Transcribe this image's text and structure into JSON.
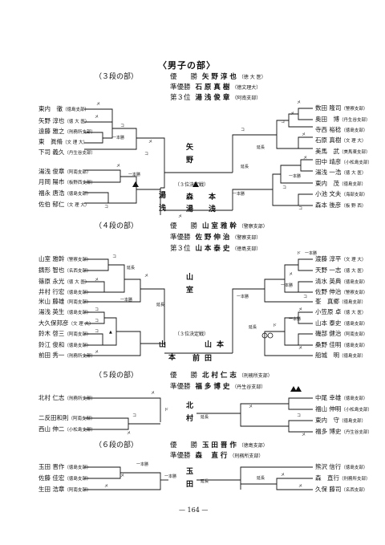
{
  "page_title": "〈男子の部〉",
  "page_number": "— 164 —",
  "sections": [
    {
      "name": "（３段の部）",
      "results": [
        {
          "label": "優　　勝",
          "name": "矢 野 淳 也",
          "aff": "（徳 大 医）"
        },
        {
          "label": "準優勝",
          "name": "石 原 真 樹",
          "aff": "（徳文理大）"
        },
        {
          "label": "第３位",
          "name": "湯 浅 俊 章",
          "aff": "（阿南支部）"
        }
      ],
      "left": [
        {
          "name": "東内　徹",
          "aff": "（徳島支部）"
        },
        {
          "name": "矢野 淳也",
          "aff": "（徳 大 医）"
        },
        {
          "name": "遠藤 雅之",
          "aff": "（刑務所支部）"
        },
        {
          "name": "東　眞脩",
          "aff": "（文 理 大）"
        },
        {
          "name": "下司 義久",
          "aff": "（丹生谷支部）"
        },
        {
          "name": "湯浅 俊章",
          "aff": "（阿南支部）"
        },
        {
          "name": "月岡 陽市",
          "aff": "（板野西支部）"
        },
        {
          "name": "福永 唐浩",
          "aff": "（徳島支部）"
        },
        {
          "name": "佐伯 郁仁",
          "aff": "（文 理 大）"
        }
      ],
      "right": [
        {
          "name": "数田 隆司",
          "aff": "（警察支部）"
        },
        {
          "name": "奥田　博",
          "aff": "（丹生谷支部）"
        },
        {
          "name": "寺西 裕稔",
          "aff": "（徳島支部）"
        },
        {
          "name": "石原 真樹",
          "aff": "（文 理 大）"
        },
        {
          "name": "美馬　武",
          "aff": "（美馬東支部）"
        },
        {
          "name": "田中 靖彦",
          "aff": "（小松島支部）"
        },
        {
          "name": "湯浅 一浩",
          "aff": "（徳 大 医）"
        },
        {
          "name": "東内　茂",
          "aff": "（徳島支部）"
        },
        {
          "name": "小池 文夫",
          "aff": "（海部支部）"
        },
        {
          "name": "森本 後彦",
          "aff": "（板 野 西）"
        }
      ],
      "center": {
        "final_l": "矢",
        "final_r": "野",
        "semi_l1": "湯",
        "semi_l2": "浅",
        "semi_r1": "森",
        "semi_r2": "本",
        "third_label": "（３位決定戦）",
        "third_l": "湯",
        "third_r": "浅"
      }
    },
    {
      "name": "（４段の部）",
      "results": [
        {
          "label": "優　　勝",
          "name": "山 室 雅 幹",
          "aff": "（警察支部）"
        },
        {
          "label": "準優勝",
          "name": "佐 野 伸 治",
          "aff": "（警察支部）"
        },
        {
          "label": "第３位",
          "name": "山 本 泰 史",
          "aff": "（徳島支部）"
        }
      ],
      "left": [
        {
          "name": "山室 雅幹",
          "aff": "（警察支部）"
        },
        {
          "name": "鋳形 智也",
          "aff": "（名西支部）"
        },
        {
          "name": "篠原 永光",
          "aff": "（徳 大 医）"
        },
        {
          "name": "井村 行宏",
          "aff": "（徳島支部）"
        },
        {
          "name": "米山 藤雄",
          "aff": "（阿南支部）"
        },
        {
          "name": "湯浅 英生",
          "aff": "（徳島支部）"
        },
        {
          "name": "大久保邦彦",
          "aff": "（文 理 大）"
        },
        {
          "name": "鈴木 啓三",
          "aff": "（阿南支部）"
        },
        {
          "name": "鈴江 俊和",
          "aff": "（徳島支部）"
        },
        {
          "name": "前田 秀一",
          "aff": "（刑務所支部）"
        }
      ],
      "right": [
        {
          "name": "渡藤 淳平",
          "aff": "（文 理 大）"
        },
        {
          "name": "天野 一志",
          "aff": "（徳 大 医）"
        },
        {
          "name": "清水 英典",
          "aff": "（徳島支部）"
        },
        {
          "name": "佐野 伸治",
          "aff": "（警察支部）"
        },
        {
          "name": "峯　真郷",
          "aff": "（徳島支部）"
        },
        {
          "name": "小笠原 卓",
          "aff": "（徳 大 医）"
        },
        {
          "name": "山本 泰史",
          "aff": "（徳島支部）"
        },
        {
          "name": "磯部 健治",
          "aff": "（阿南支部）"
        },
        {
          "name": "桑野 佳明",
          "aff": "（徳島支部）"
        },
        {
          "name": "船城　明",
          "aff": "（徳島支部）"
        }
      ],
      "center": {
        "final_l": "山",
        "final_r": "室",
        "semi_l1": "山",
        "semi_l2": "本",
        "semi_r1": "山",
        "semi_r2": "本",
        "third_label": "（３位決定戦）",
        "third_l": "前",
        "third_r": "田"
      }
    },
    {
      "name": "（５段の部）",
      "results": [
        {
          "label": "優　　勝",
          "name": "北 村 仁 志",
          "aff": "（刑務所支部）"
        },
        {
          "label": "準優勝",
          "name": "福 多 博 史",
          "aff": "（丹生谷支部）"
        }
      ],
      "left": [
        {
          "name": "北村 仁志",
          "aff": "（刑務所支部）"
        },
        {
          "name": "二反田和則",
          "aff": "（阿南支部）"
        },
        {
          "name": "西山 伸二",
          "aff": "（小松島支部）"
        }
      ],
      "right": [
        {
          "name": "中尾 幸雄",
          "aff": "（徳島支部）"
        },
        {
          "name": "福山 伸明",
          "aff": "（小松島支部）"
        },
        {
          "name": "東内　守",
          "aff": "（徳島支部）"
        },
        {
          "name": "福多 博史",
          "aff": "（丹生谷支部）"
        }
      ],
      "center": {
        "final_l": "北",
        "final_r": "村"
      }
    },
    {
      "name": "（６段の部）",
      "results": [
        {
          "label": "優　　勝",
          "name": "玉 田 晋 作",
          "aff": "（徳島支部）"
        },
        {
          "label": "準優勝",
          "name": "森　 直 行",
          "aff": "（刑務所支部）"
        }
      ],
      "left": [
        {
          "name": "玉田 晋作",
          "aff": "（徳島支部）"
        },
        {
          "name": "佐藤 佳宏",
          "aff": "（徳島支部）"
        },
        {
          "name": "生田 浩章",
          "aff": "（阿南支部）"
        }
      ],
      "right": [
        {
          "name": "熊沢 信行",
          "aff": "（徳島支部）"
        },
        {
          "name": "森　直行",
          "aff": "（刑務所支部）"
        },
        {
          "name": "久保 藤司",
          "aff": "（名西支部）"
        }
      ],
      "center": {
        "final_l": "玉",
        "final_r": "田"
      }
    }
  ],
  "marks": {
    "men": "メ",
    "kote": "コ",
    "do": "ド",
    "ippon": "一本勝",
    "encho": "延長",
    "triangle": "▲",
    "circle": "○"
  }
}
